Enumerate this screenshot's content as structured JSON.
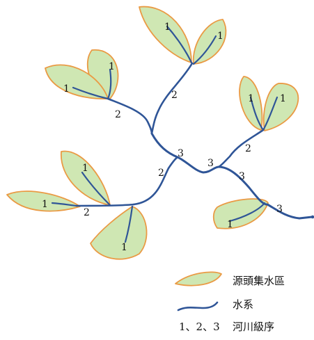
{
  "colors": {
    "basin_fill": "#cfe7b3",
    "basin_stroke": "#ea9a44",
    "river": "#2f5597",
    "text": "#111111"
  },
  "orders": {
    "one": "1",
    "two": "2",
    "three": "3"
  },
  "legend": {
    "basin_label": "源頭集水區",
    "river_label": "水系",
    "order_symbol": "1、2、3",
    "order_label": "河川級序"
  }
}
